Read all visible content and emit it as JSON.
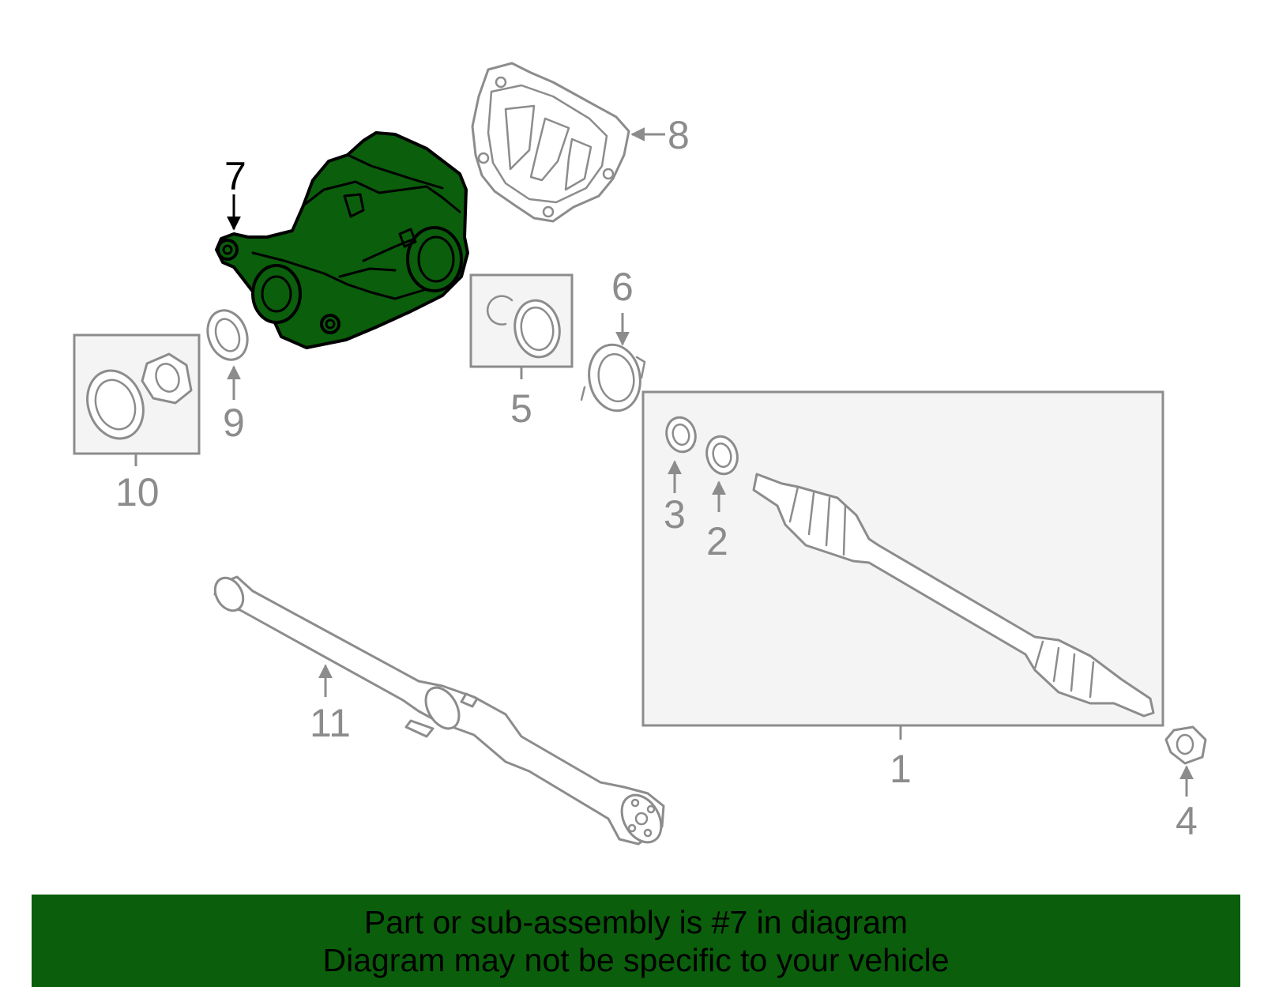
{
  "callouts": {
    "c1": "1",
    "c2": "2",
    "c3": "3",
    "c4": "4",
    "c5": "5",
    "c6": "6",
    "c7": "7",
    "c8": "8",
    "c9": "9",
    "c10": "10",
    "c11": "11"
  },
  "highlight": {
    "part_number": "7",
    "fill_color": "#0b5e0b",
    "label_color": "#000000"
  },
  "banner": {
    "line1": "Part or sub-assembly is #7 in diagram",
    "line2": "Diagram may not be specific to your vehicle",
    "background": "#0b5e0b"
  },
  "colors": {
    "part_stroke": "#8c8c8c",
    "box_fill": "#f4f4f4"
  }
}
